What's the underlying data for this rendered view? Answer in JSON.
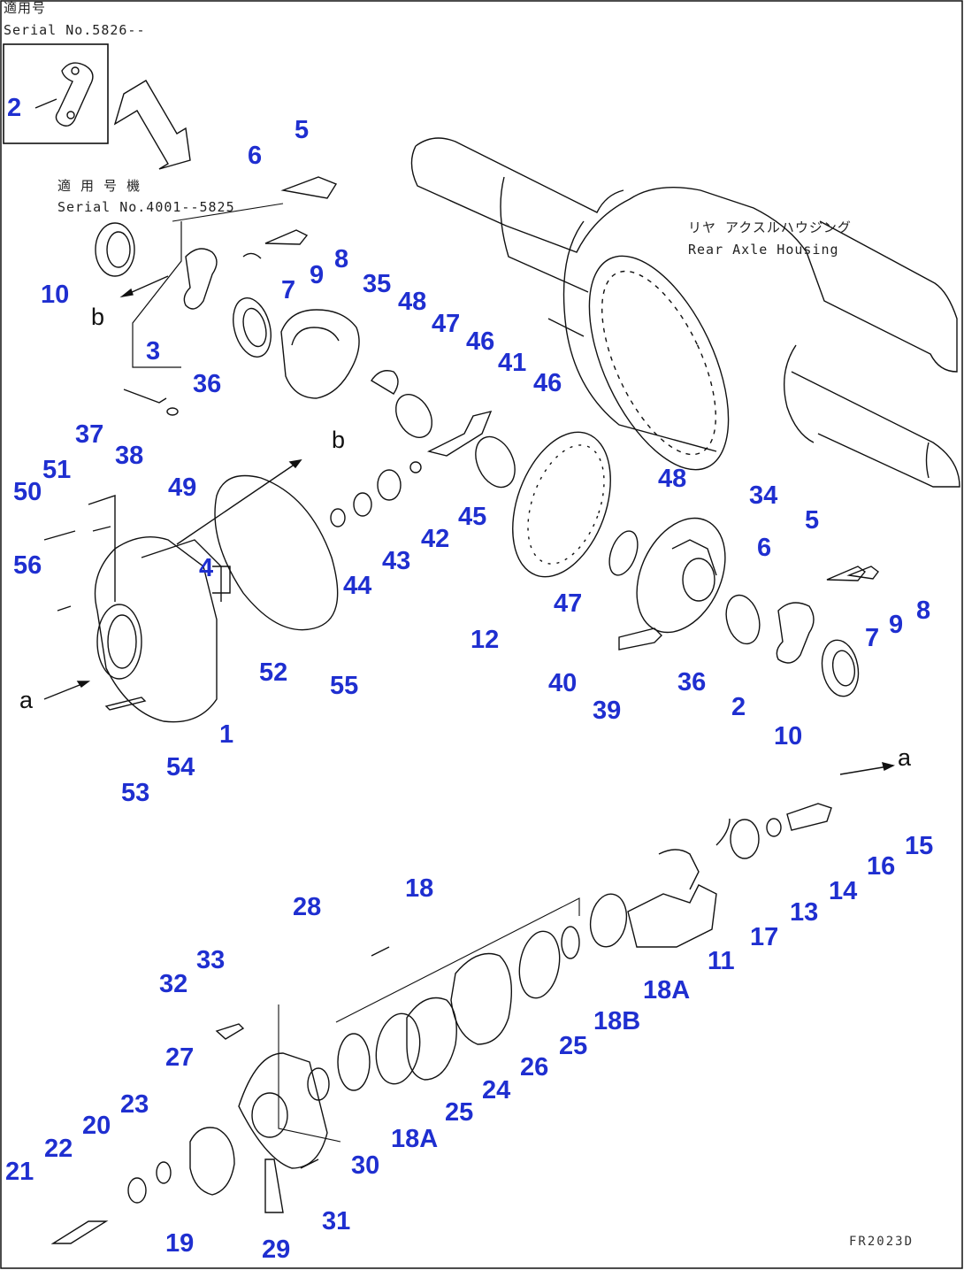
{
  "notes": {
    "top_jp": "適用号",
    "top_serial": "Serial No.5826--",
    "mid_jp": "適 用 号 機",
    "mid_serial": "Serial No.4001--5825",
    "housing_jp": "リヤ アクスルハウジング",
    "housing_en": "Rear Axle Housing",
    "figure_code": "FR2023D"
  },
  "view_letters": {
    "a1": "a",
    "a2": "a",
    "b1": "b",
    "b2": "b"
  },
  "callouts": [
    "2",
    "5",
    "6",
    "8",
    "9",
    "7",
    "10",
    "3",
    "35",
    "48",
    "47",
    "46",
    "41",
    "36",
    "46",
    "37",
    "38",
    "51",
    "50",
    "49",
    "4",
    "45",
    "42",
    "43",
    "44",
    "12",
    "47",
    "48",
    "34",
    "5",
    "6",
    "8",
    "9",
    "7",
    "56",
    "52",
    "55",
    "36",
    "40",
    "39",
    "2",
    "10",
    "1",
    "54",
    "53",
    "15",
    "16",
    "14",
    "13",
    "17",
    "11",
    "28",
    "18",
    "18A",
    "18B",
    "25",
    "26",
    "25",
    "24",
    "18A",
    "30",
    "33",
    "32",
    "27",
    "23",
    "20",
    "22",
    "21",
    "19",
    "29",
    "31"
  ]
}
